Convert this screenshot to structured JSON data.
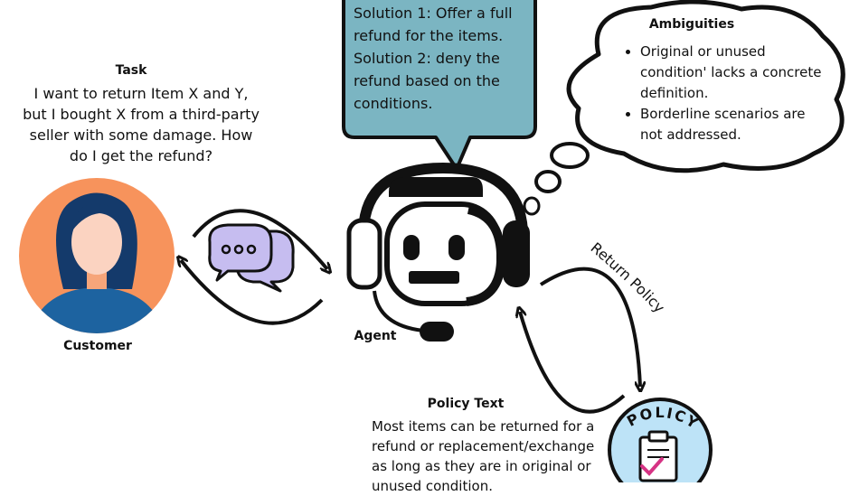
{
  "task": {
    "title": "Task",
    "text": "I want to return Item X and Y, but I bought X from a third-party seller with some damage. How do I get the refund?"
  },
  "customer": {
    "label": "Customer"
  },
  "agent": {
    "label": "Agent"
  },
  "solutions": {
    "text": "Solution 1: Offer a full refund for the items. Solution 2: deny the refund based on the conditions."
  },
  "ambiguities": {
    "title": "Ambiguities",
    "items": [
      "Original or unused condition' lacks a concrete definition.",
      "Borderline scenarios are not addressed."
    ]
  },
  "policy": {
    "arrow_label": "Return Policy",
    "badge": "POLICY",
    "title": "Policy Text",
    "text": "Most items can be returned for a refund or replacement/exchange as long as they are in original or unused condition."
  },
  "colors": {
    "speech_bubble": "#7bb5c2",
    "customer_circle": "#f7935c",
    "customer_hair": "#143a6b",
    "customer_shirt": "#1d63a0",
    "customer_skin": "#fbd3c1",
    "chat_bubble": "#c6bdf0",
    "policy_circle": "#bde3f7"
  },
  "icons": [
    "customer-avatar",
    "chat-bubbles-icon",
    "robot-headset-icon",
    "thought-cloud",
    "clipboard-check-icon"
  ]
}
